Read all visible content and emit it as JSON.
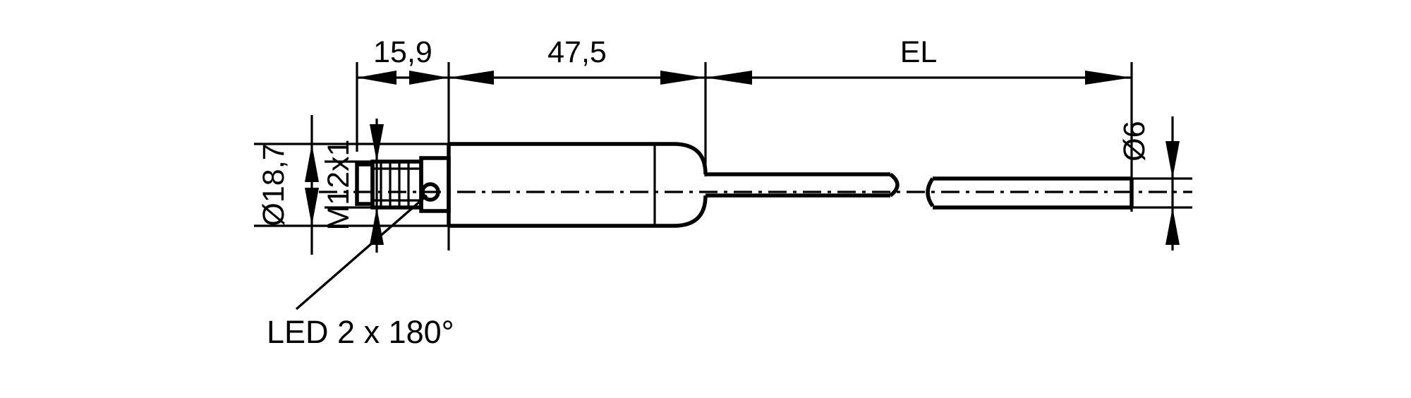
{
  "drawing": {
    "title": "Cylindrical proximity sensor dimensional drawing",
    "type": "technical-dimension-drawing",
    "units": "mm",
    "background_color": "#ffffff",
    "line_color": "#000000",
    "dimensions": {
      "thread_length": "15,9",
      "body_length": "47,5",
      "cable_length": "EL",
      "barrel_diameter": "Ø18,7",
      "thread_spec": "M12x1",
      "cable_diameter": "Ø6"
    },
    "annotations": {
      "led_callout": "LED 2 x 180°"
    }
  }
}
